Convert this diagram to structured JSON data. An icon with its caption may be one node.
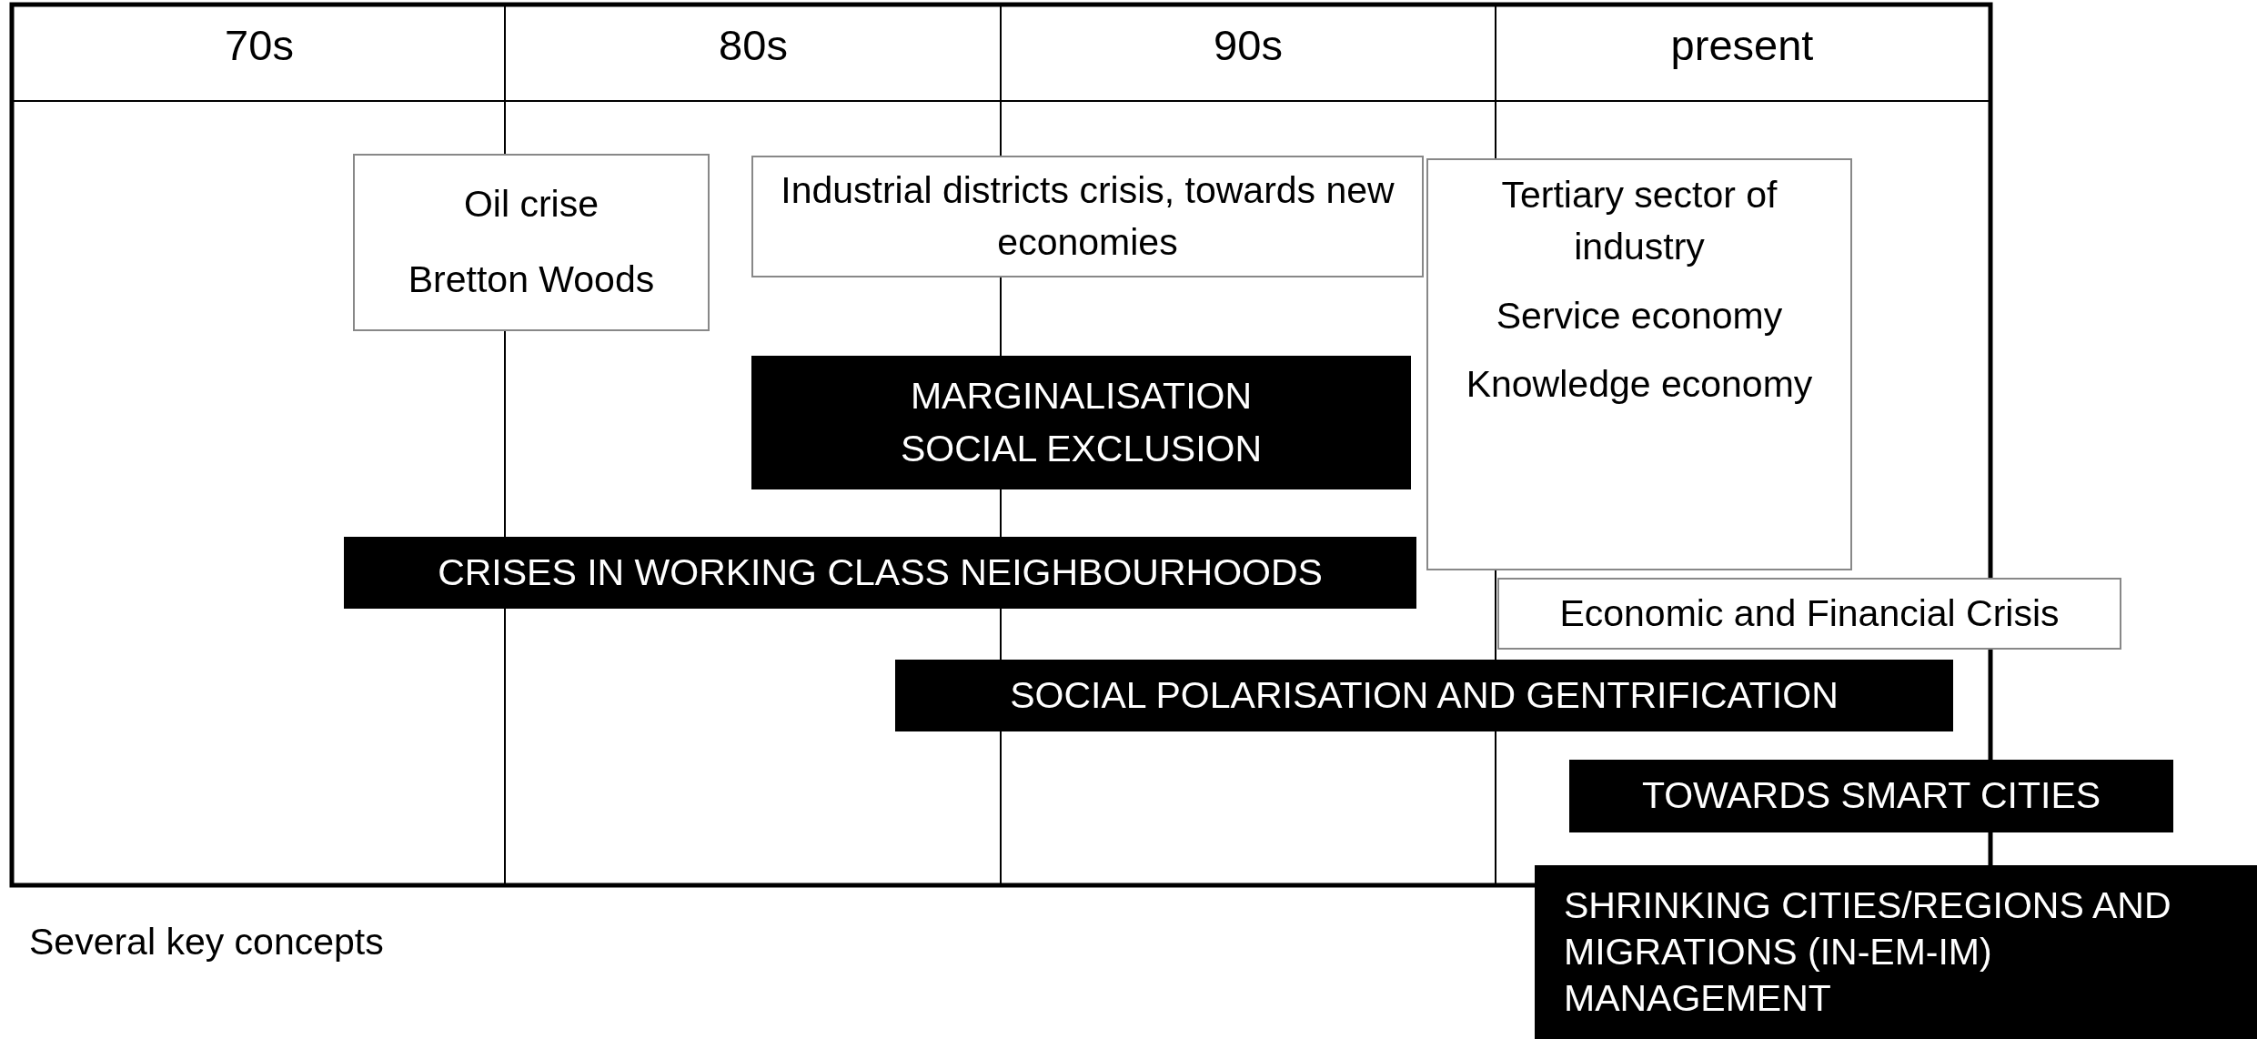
{
  "diagram": {
    "caption": "Several key concepts",
    "nodes": [
      {
        "text": [
          "Oil crise",
          "Bretton Woods"
        ]
      },
      {
        "text": [
          "Industrial districts crisis, towards new economies"
        ]
      },
      {
        "text": [
          "Tertiary sector of industry",
          "Service economy",
          "Knowledge economy"
        ]
      },
      {
        "text": [
          "MARGINALISATION",
          "SOCIAL EXCLUSION"
        ]
      },
      {
        "text": [
          "CRISES IN WORKING CLASS NEIGHBOURHOODS"
        ]
      },
      {
        "text": [
          "Economic and Financial Crisis"
        ]
      },
      {
        "text": [
          "SOCIAL POLARISATION AND GENTRIFICATION"
        ]
      },
      {
        "text": [
          "TOWARDS SMART CITIES"
        ]
      },
      {
        "text": [
          "SHRINKING CITIES/REGIONS AND MIGRATIONS (IN-EM-IM) MANAGEMENT"
        ]
      }
    ],
    "edges": [],
    "labels": [
      "70s",
      "80s",
      "90s",
      "present"
    ]
  }
}
